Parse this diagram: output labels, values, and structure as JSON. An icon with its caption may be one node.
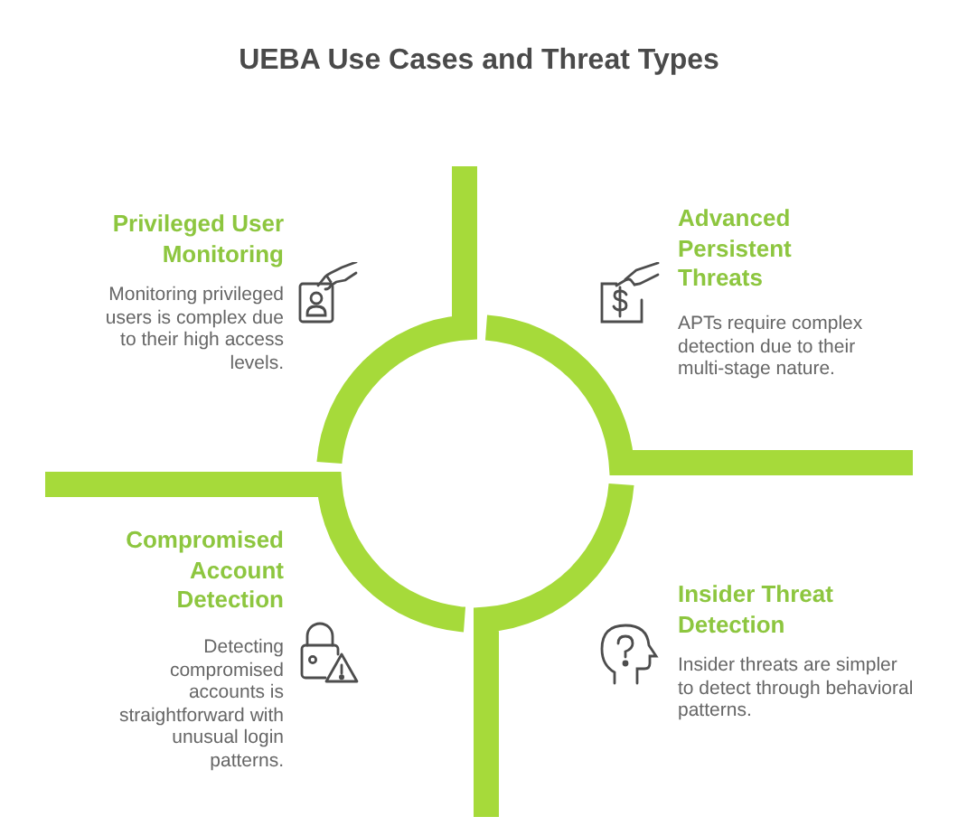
{
  "diagram": {
    "title": "UEBA Use Cases and Threat Types",
    "labels": [
      "Privileged User Monitoring",
      "Monitoring privileged users is complex due to their high access levels.",
      "Advanced Persistent Threats",
      "APTs require complex detection due to their multi-stage nature.",
      "Compromised Account Detection",
      "Detecting compromised accounts is straightforward with unusual login patterns.",
      "Insider Threat Detection",
      "Insider threats are simpler to detect through behavioral patterns."
    ]
  }
}
